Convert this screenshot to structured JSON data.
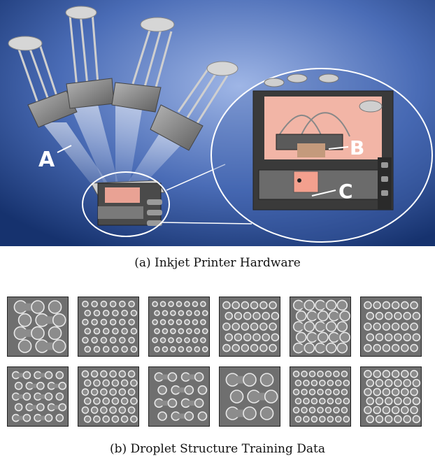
{
  "figure": {
    "panel_a": {
      "caption": "(a)  Inkjet Printer Hardware",
      "labels": {
        "a": "A",
        "b": "B",
        "c": "C"
      }
    },
    "panel_b": {
      "caption": "(b)  Droplet Structure Training Data"
    }
  },
  "colors": {
    "background_dark": "#1a3c7a",
    "background_light": "#6f8fd0",
    "metal": "#8a8a8a",
    "chamber": "#f4b6a8",
    "micrograph": "#6f6f6f",
    "droplet": "#e8e8e8"
  }
}
